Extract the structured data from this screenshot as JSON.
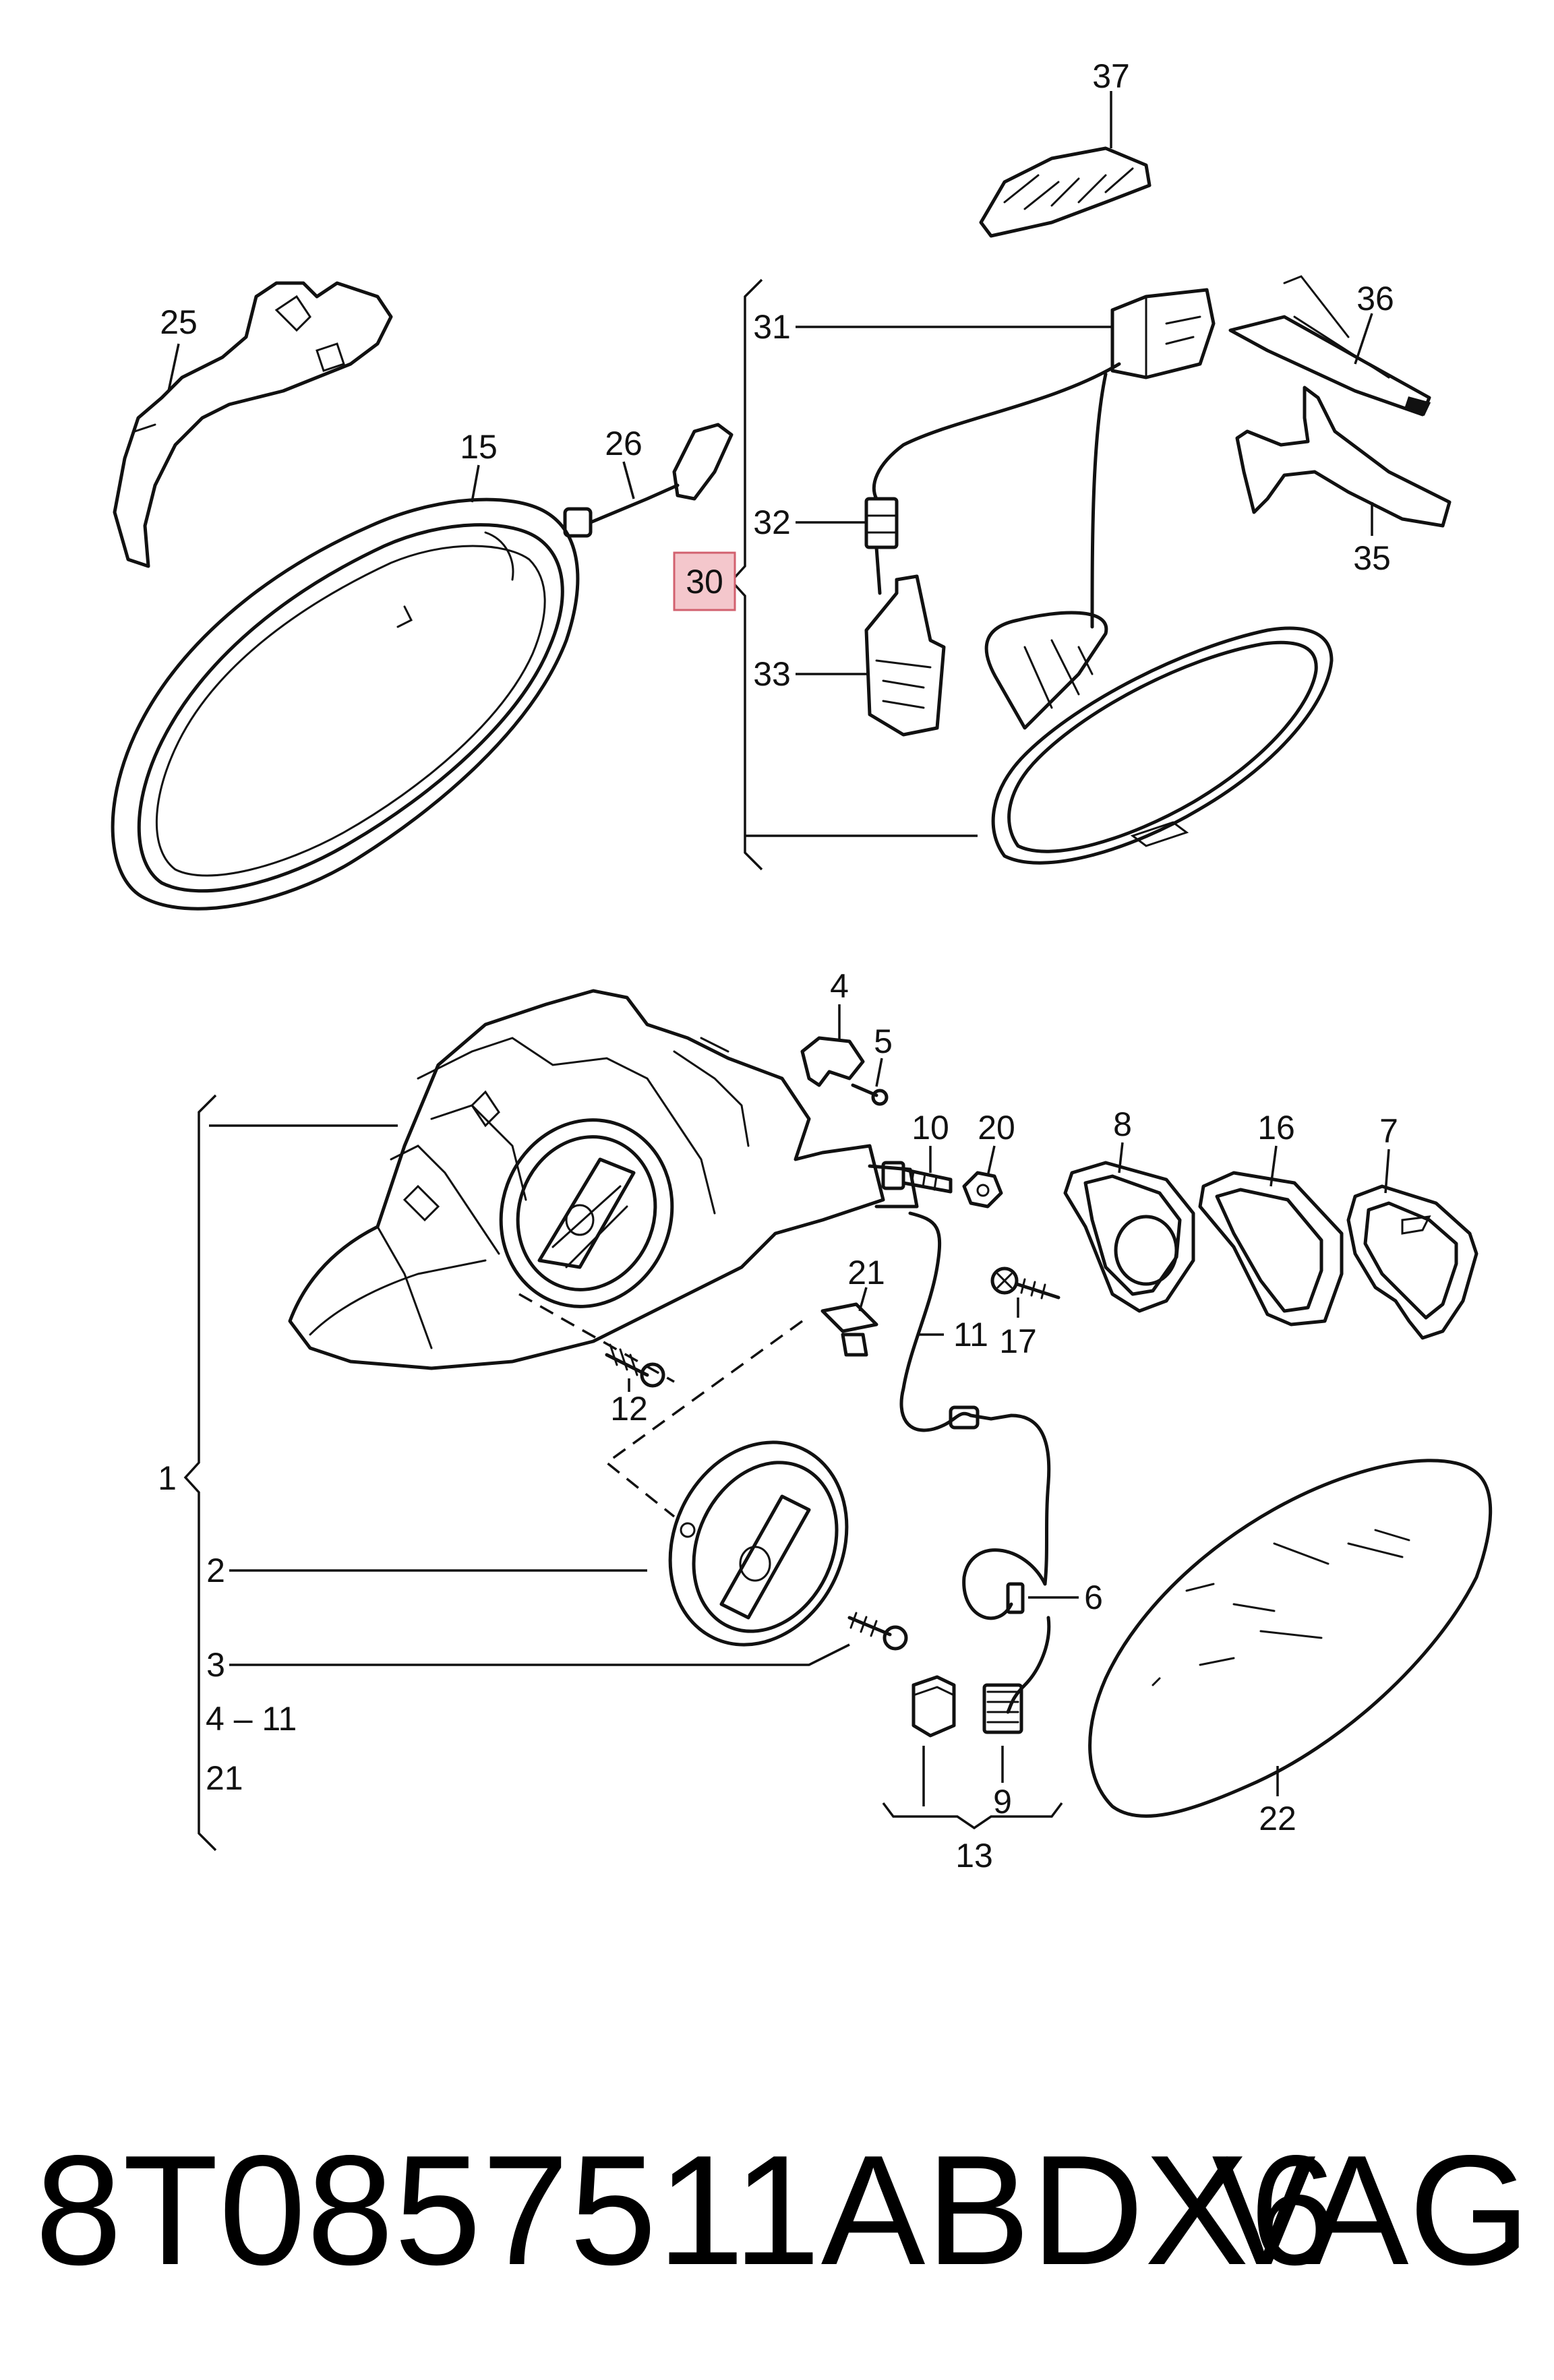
{
  "diagram": {
    "callouts": {
      "c1": "1",
      "c2": "2",
      "c3": "3",
      "c4_11": "4 – 11",
      "c21_list": "21",
      "c4": "4",
      "c5": "5",
      "c6": "6",
      "c7": "7",
      "c8": "8",
      "c9": "9",
      "c10": "10",
      "c11": "11",
      "c12": "12",
      "c13": "13",
      "c15": "15",
      "c16": "16",
      "c17": "17",
      "c20": "20",
      "c21": "21",
      "c22": "22",
      "c25": "25",
      "c26": "26",
      "c30": "30",
      "c31": "31",
      "c32": "32",
      "c33": "33",
      "c35": "35",
      "c36": "36",
      "c37": "37"
    },
    "highlighted_callout": "30",
    "highlight_color": "#f4c7cc"
  },
  "footer": {
    "part_number": "8T0857511ABDX6",
    "brand": "VAG"
  }
}
